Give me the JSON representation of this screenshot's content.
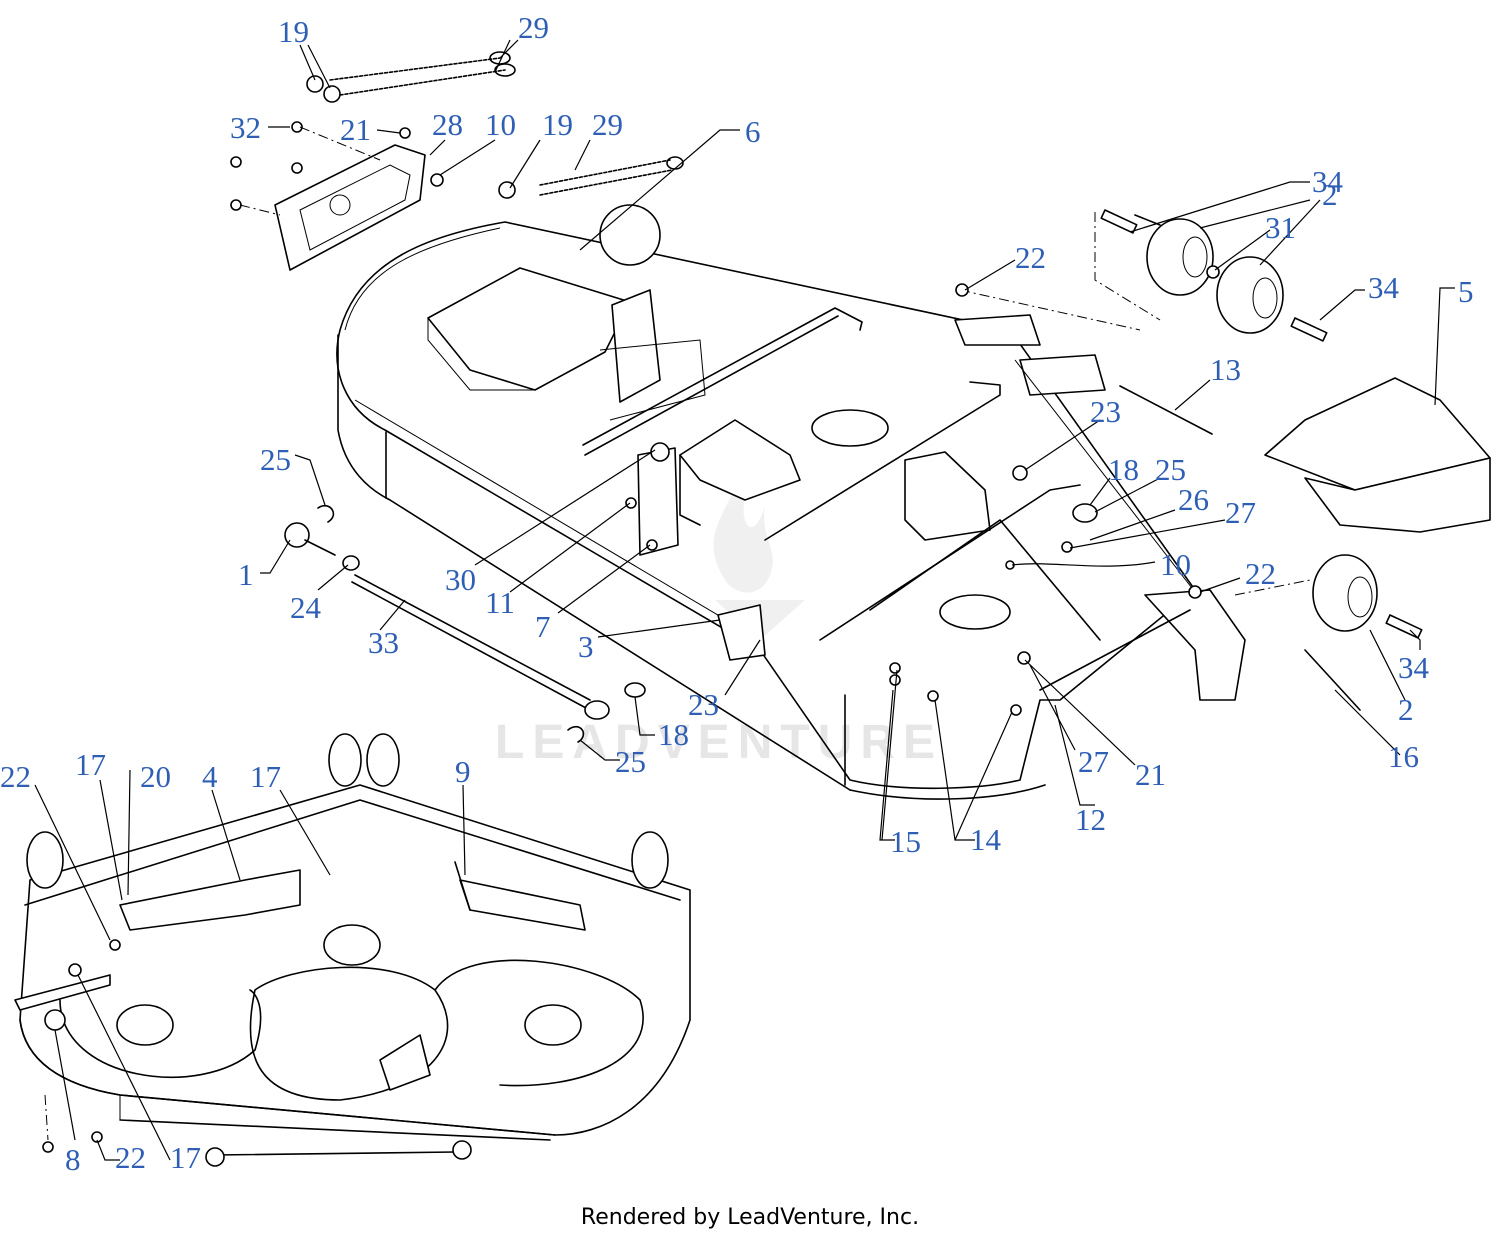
{
  "footer": "Rendered by LeadVenture, Inc.",
  "watermark": "LEADVENTURE",
  "label_color": "#2f5fb5",
  "callouts": [
    {
      "id": "c19a",
      "text": "19"
    },
    {
      "id": "c29a",
      "text": "29"
    },
    {
      "id": "c32",
      "text": "32"
    },
    {
      "id": "c21a",
      "text": "21"
    },
    {
      "id": "c28",
      "text": "28"
    },
    {
      "id": "c10a",
      "text": "10"
    },
    {
      "id": "c19b",
      "text": "19"
    },
    {
      "id": "c29b",
      "text": "29"
    },
    {
      "id": "c6",
      "text": "6"
    },
    {
      "id": "c34a",
      "text": "34"
    },
    {
      "id": "c2a",
      "text": "2"
    },
    {
      "id": "c31",
      "text": "31"
    },
    {
      "id": "c22a",
      "text": "22"
    },
    {
      "id": "c34b",
      "text": "34"
    },
    {
      "id": "c5",
      "text": "5"
    },
    {
      "id": "c13",
      "text": "13"
    },
    {
      "id": "c23a",
      "text": "23"
    },
    {
      "id": "c18a",
      "text": "18"
    },
    {
      "id": "c25a",
      "text": "25"
    },
    {
      "id": "c26",
      "text": "26"
    },
    {
      "id": "c27a",
      "text": "27"
    },
    {
      "id": "c25b",
      "text": "25"
    },
    {
      "id": "c10b",
      "text": "10"
    },
    {
      "id": "c22b",
      "text": "22"
    },
    {
      "id": "c1",
      "text": "1"
    },
    {
      "id": "c24",
      "text": "24"
    },
    {
      "id": "c30",
      "text": "30"
    },
    {
      "id": "c11",
      "text": "11"
    },
    {
      "id": "c7",
      "text": "7"
    },
    {
      "id": "c3",
      "text": "3"
    },
    {
      "id": "c33",
      "text": "33"
    },
    {
      "id": "c34c",
      "text": "34"
    },
    {
      "id": "c2b",
      "text": "2"
    },
    {
      "id": "c16",
      "text": "16"
    },
    {
      "id": "c23b",
      "text": "23"
    },
    {
      "id": "c18b",
      "text": "18"
    },
    {
      "id": "c25c",
      "text": "25"
    },
    {
      "id": "c27b",
      "text": "27"
    },
    {
      "id": "c21b",
      "text": "21"
    },
    {
      "id": "c12",
      "text": "12"
    },
    {
      "id": "c15",
      "text": "15"
    },
    {
      "id": "c14",
      "text": "14"
    },
    {
      "id": "c22c",
      "text": "22"
    },
    {
      "id": "c17a",
      "text": "17"
    },
    {
      "id": "c20",
      "text": "20"
    },
    {
      "id": "c4",
      "text": "4"
    },
    {
      "id": "c17b",
      "text": "17"
    },
    {
      "id": "c9",
      "text": "9"
    },
    {
      "id": "c8",
      "text": "8"
    },
    {
      "id": "c22d",
      "text": "22"
    },
    {
      "id": "c17c",
      "text": "17"
    }
  ]
}
